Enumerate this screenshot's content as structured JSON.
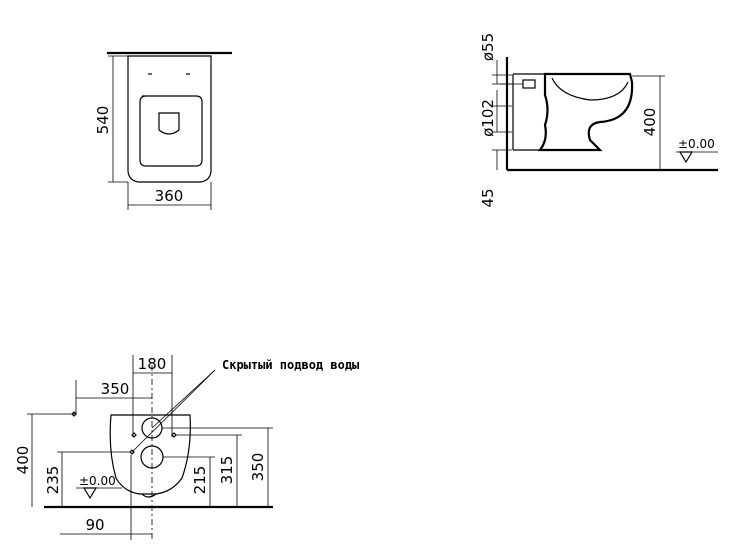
{
  "top_view": {
    "height_label": "540",
    "width_label": "360"
  },
  "side_view": {
    "inlet_label": "ø55",
    "outlet_label": "ø102",
    "height_label": "400",
    "floor_label": "±0.00",
    "bottom_label": "45"
  },
  "front_view": {
    "note": "Скрытый подвод воды",
    "dim_180": "180",
    "dim_350_top": "350",
    "dim_400": "400",
    "dim_235": "235",
    "floor_label": "±0.00",
    "dim_215": "215",
    "dim_315": "315",
    "dim_350_right": "350",
    "dim_90": "90"
  }
}
